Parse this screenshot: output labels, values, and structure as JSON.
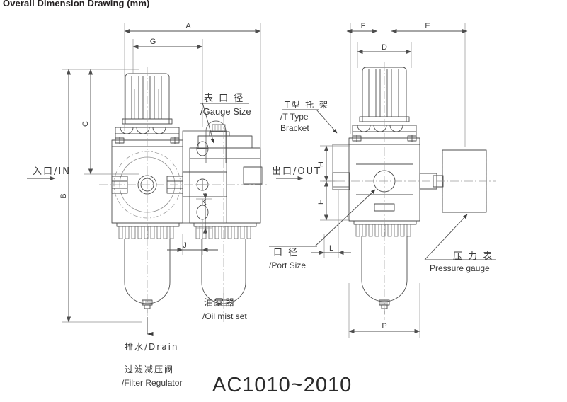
{
  "page": {
    "title": "Overall Dimension Drawing (mm)",
    "part_number": "AC1010~2010",
    "background_color": "#ffffff",
    "line_color": "#4d4d4d",
    "text_color": "#3a3a3a"
  },
  "dimensions": {
    "A": "A",
    "B": "B",
    "C": "C",
    "G": "G",
    "J": "J",
    "K": "K",
    "D": "D",
    "E": "E",
    "F": "F",
    "H1": "H",
    "H2": "H",
    "L": "L",
    "P": "P"
  },
  "callouts": {
    "gauge_size": {
      "cn": "表 口 径",
      "en": "/Gauge Size"
    },
    "t_type_bracket": {
      "cn": "T型 托 架",
      "en_line1": "/T Type",
      "en_line2": "Bracket"
    },
    "port_size": {
      "cn": "口 径",
      "en": "/Port Size"
    },
    "pressure_gauge": {
      "cn": "压 力 表",
      "en": "Pressure gauge"
    },
    "oil_mist_set": {
      "cn": "油雾器",
      "en": "/Oil mist set"
    },
    "drain": {
      "label": "排水/Drain"
    },
    "filter_regulator": {
      "cn": "过滤减压阀",
      "en": "/Filter Regulator"
    },
    "inlet": {
      "label": "入口/IN"
    },
    "outlet": {
      "label": "出口/OUT"
    }
  },
  "views": {
    "left_view_name": "front-assembly-view",
    "right_view_name": "side-regulator-view"
  }
}
